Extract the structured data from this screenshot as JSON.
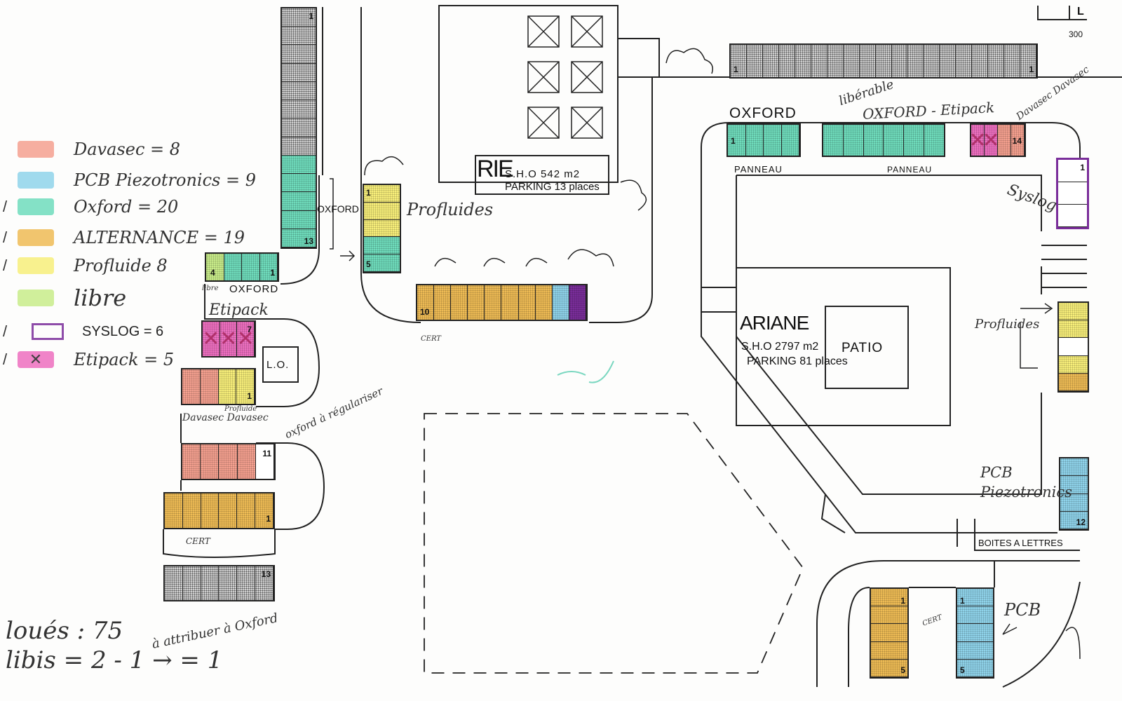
{
  "colors": {
    "davasec": "#f4a08f",
    "pcb": "#8fd3ea",
    "oxford": "#6fdcbc",
    "alternance": "#eebb55",
    "profluide": "#f7ee7a",
    "libre": "#c8ec8a",
    "syslog": "#7a2d9a",
    "etipack": "#ee6fc0",
    "gray": "#bdbdbd"
  },
  "legend": [
    {
      "key": "davasec",
      "label": "Davasec = 8",
      "checked": false
    },
    {
      "key": "pcb",
      "label": "PCB Piezotronics = 9",
      "checked": false
    },
    {
      "key": "oxford",
      "label": "Oxford = 20",
      "checked": true
    },
    {
      "key": "alternance",
      "label": "ALTERNANCE = 19",
      "checked": true
    },
    {
      "key": "profluide",
      "label": "Profluide 8",
      "checked": true
    },
    {
      "key": "libre",
      "label": "libre",
      "checked": false
    },
    {
      "key": "syslog",
      "label": "SYSLOG = 6",
      "checked": true
    },
    {
      "key": "etipack",
      "label": "Etipack = 5",
      "checked": true
    }
  ],
  "totals": {
    "loues": "loués : 75",
    "libres": "libis = 2 - 1 → = 1",
    "note": "à attribuer à Oxford"
  },
  "buildings": {
    "rie": {
      "name": "RIE",
      "sho": "S.H.O 542 m2",
      "parking": "PARKING 13 places"
    },
    "ariane": {
      "name": "ARIANE",
      "sho": "S.H.O 2797 m2",
      "parking": "PARKING 81 places"
    },
    "patio": "PATIO",
    "lo": "L.O."
  },
  "labels": {
    "oxford_left": "OXFORD",
    "oxford_small": "OXFORD",
    "libre_small": "libre",
    "profluides_center": "Profluides",
    "etipack_left": "Etipack",
    "davasec_left": "Davasec Davasec",
    "proflu_small": "Profluide",
    "oxford_regulariser": "oxford à régulariser",
    "cert1": "CERT",
    "cert2": "CERT",
    "cert3": "CERT",
    "oxford_top": "OXFORD",
    "liberable": "libérable",
    "oxford_etipack": "OXFORD - Etipack",
    "davasec_top": "Davasec Davasec",
    "panneau1": "PANNEAU",
    "panneau2": "PANNEAU",
    "syslog_right": "Syslog",
    "profluides_right": "Profluides",
    "pcb_right": "PCB Piezotronics",
    "boites": "BOITES A LETTRES",
    "pcb_bottom": "PCB",
    "scale": "300",
    "scale_l": "L"
  },
  "stall_numbers": {
    "a_top": "1",
    "a_bot": "13",
    "b_left": "4",
    "b_right": "1",
    "c_top": "1",
    "c_bot": "5",
    "d": "10",
    "e_left": "1",
    "e_right": "1",
    "f": "1",
    "h": "14",
    "i": "1",
    "j": "7",
    "k": "1",
    "l": "11",
    "m": "1",
    "n": "13",
    "p": "12",
    "q_top": "1",
    "q_bot": "5",
    "r_top": "1",
    "r_bot": "5"
  }
}
